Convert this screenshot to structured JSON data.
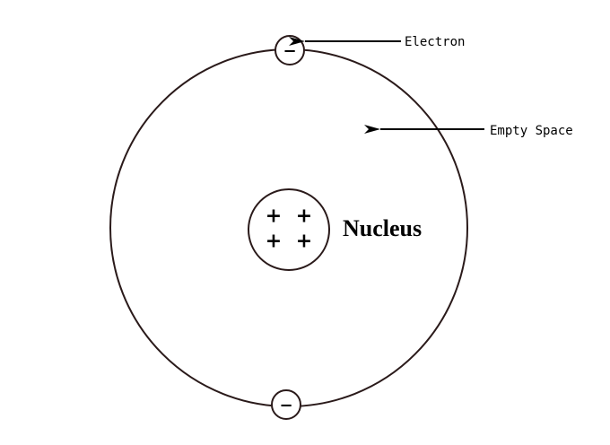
{
  "labels": {
    "electron": "Electron",
    "empty_space": "Empty Space",
    "nucleus": "Nucleus"
  },
  "symbols": {
    "electron_charge": "−",
    "proton_charge": "+"
  },
  "colors": {
    "stroke": "#2a1a1a",
    "background": "#ffffff"
  }
}
